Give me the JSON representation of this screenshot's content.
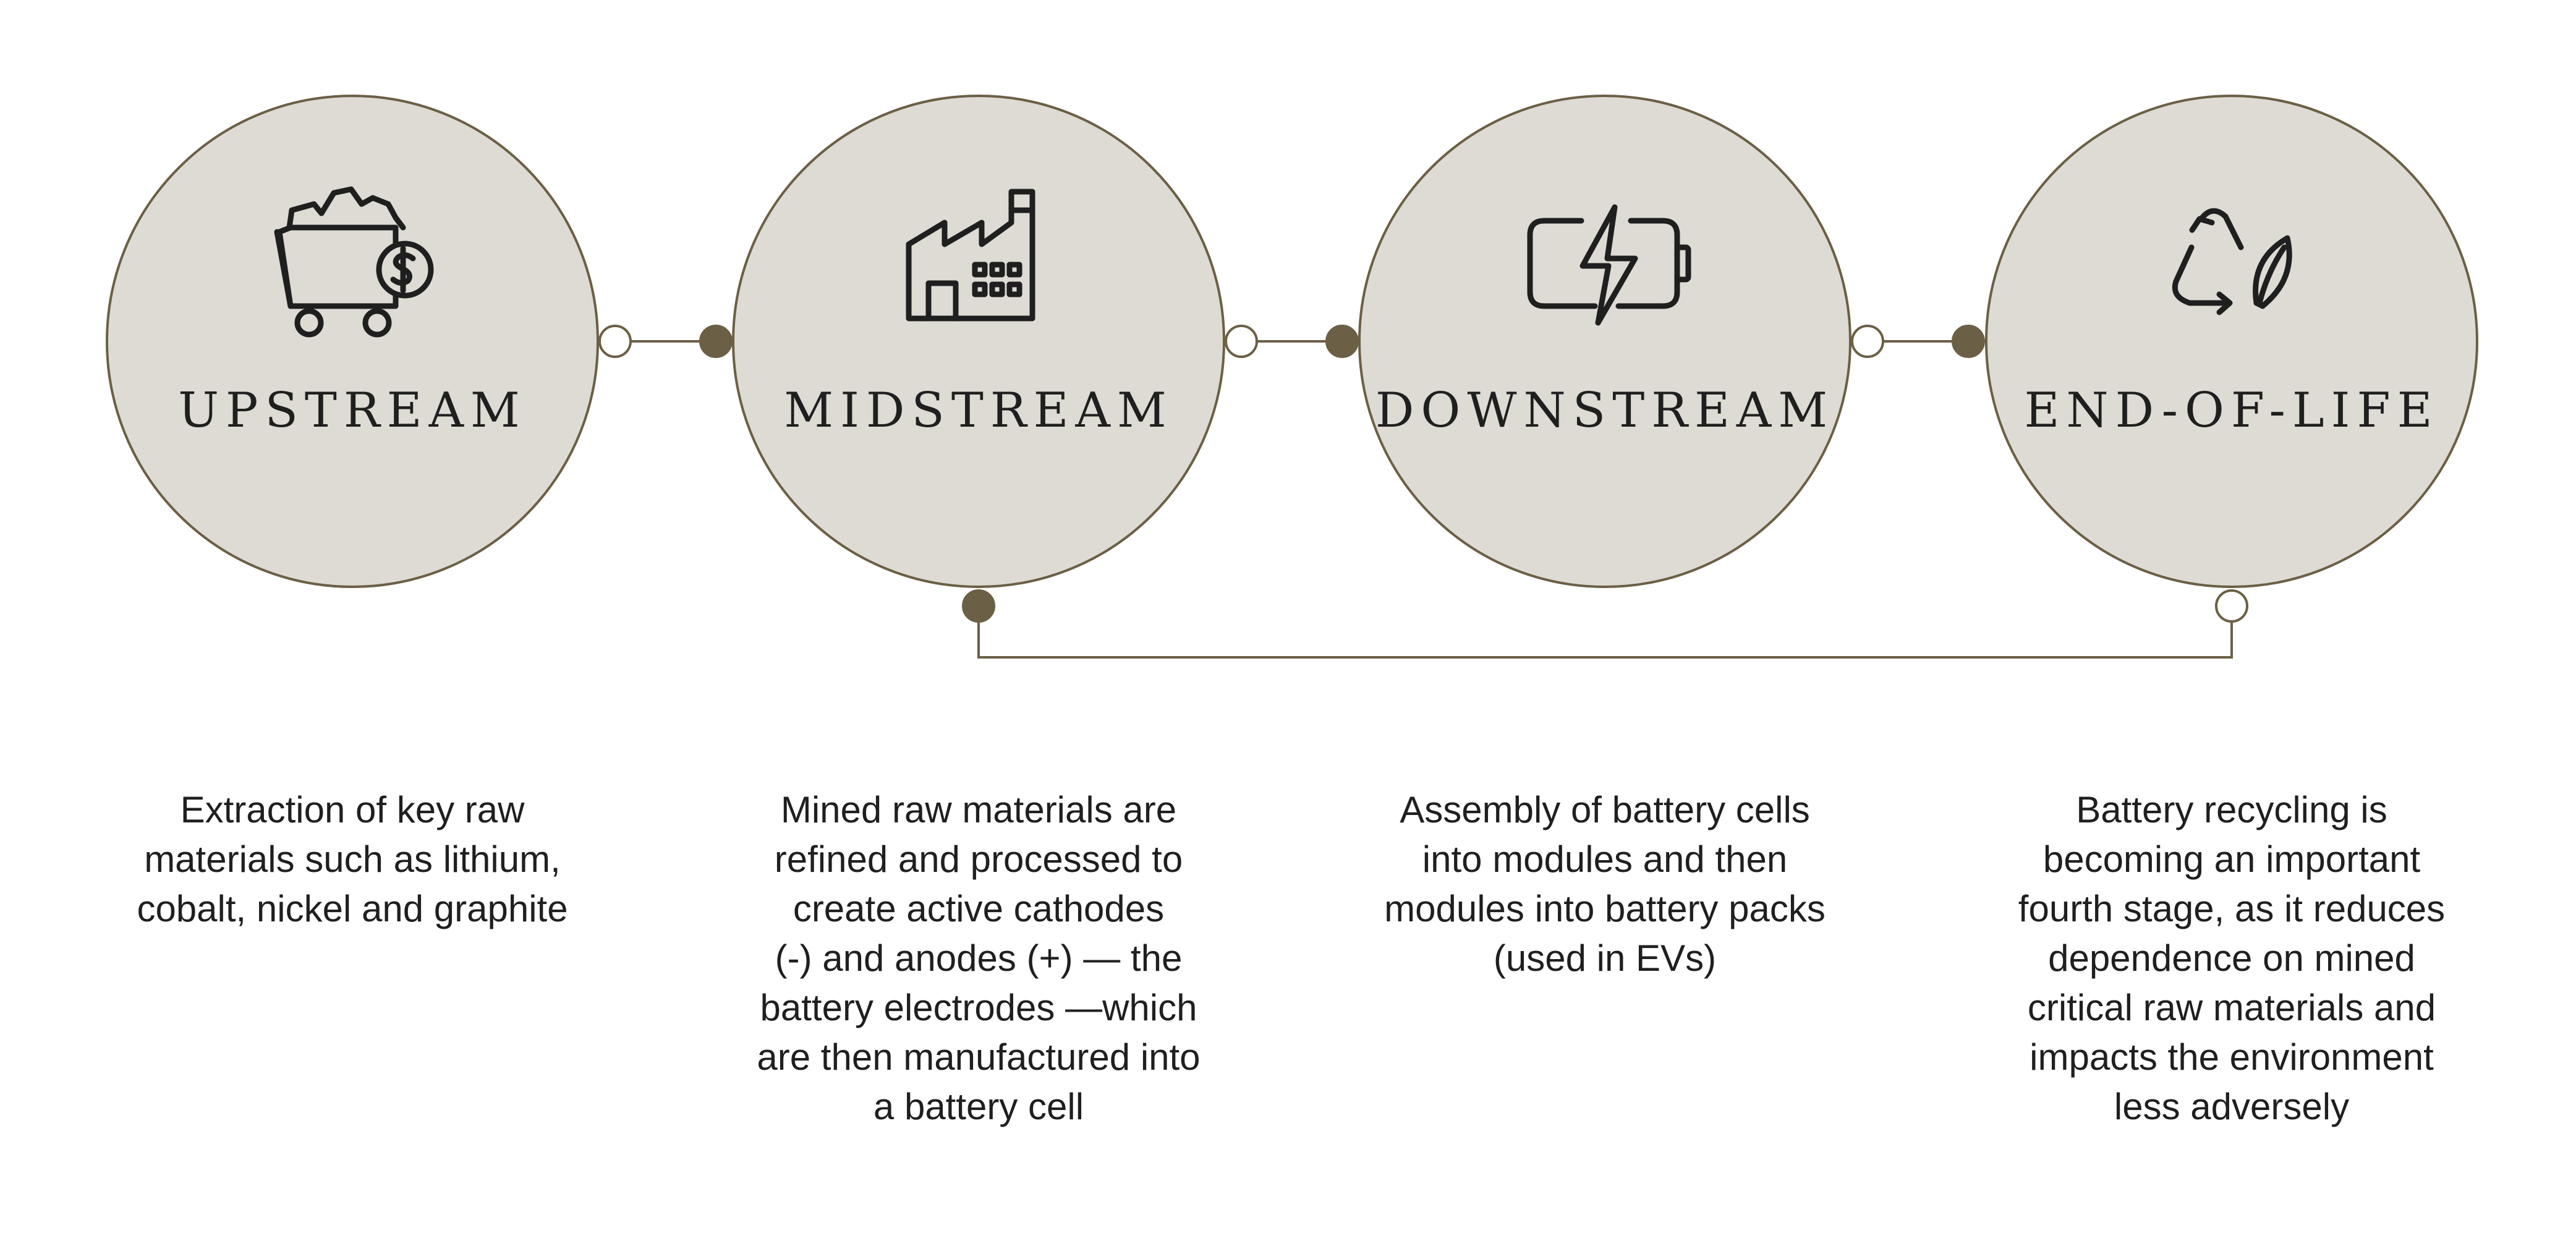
{
  "colors": {
    "circle_fill": "#dddbd4",
    "circle_stroke": "#6b5f45",
    "connector": "#6b5f45",
    "dot_fill": "#6b5f45",
    "open_dot_fill": "#ffffff",
    "icon_stroke": "#1f1f1f",
    "text": "#1f1f1f"
  },
  "stages": [
    {
      "label": "UPSTREAM",
      "icon": "mine-cart-dollar-icon",
      "description": "Extraction of key raw\nmaterials such as lithium,\ncobalt, nickel and graphite"
    },
    {
      "label": "MIDSTREAM",
      "icon": "factory-icon",
      "description": "Mined raw materials are\nrefined and processed to\ncreate active cathodes\n(-) and anodes (+) — the\nbattery electrodes —which\nare then manufactured into\na battery cell"
    },
    {
      "label": "DOWNSTREAM",
      "icon": "battery-charging-icon",
      "description": "Assembly of battery cells\ninto modules and then\nmodules into battery packs\n(used in EVs)"
    },
    {
      "label": "END-OF-LIFE",
      "icon": "recycle-leaf-icon",
      "description": "Battery recycling is\nbecoming an important\nfourth stage, as it reduces\ndependence on mined\ncritical raw materials and\nimpacts the environment\nless adversely"
    }
  ]
}
